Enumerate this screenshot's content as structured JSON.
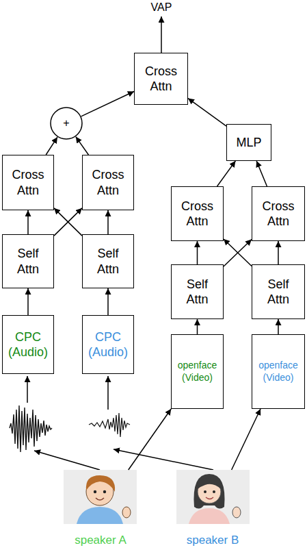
{
  "diagram": {
    "nodes": [
      {
        "text": [
          "Cross Attn"
        ]
      },
      {
        "text": [
          "+"
        ]
      },
      {
        "text": [
          "MLP"
        ]
      },
      {
        "text": [
          "Cross Attn"
        ]
      },
      {
        "text": [
          "Cross Attn"
        ]
      },
      {
        "text": [
          "Cross Attn"
        ]
      },
      {
        "text": [
          "Cross Attn"
        ]
      },
      {
        "text": [
          "Self Attn"
        ]
      },
      {
        "text": [
          "Self Attn"
        ]
      },
      {
        "text": [
          "Self Attn"
        ]
      },
      {
        "text": [
          "Self Attn"
        ]
      },
      {
        "text": [
          "CPC (Audio)"
        ]
      },
      {
        "text": [
          "CPC (Audio)"
        ]
      },
      {
        "text": [
          "openface (Video)"
        ]
      },
      {
        "text": [
          "openface (Video)"
        ]
      },
      {
        "text": [
          "speaker A"
        ]
      },
      {
        "text": [
          "speaker B"
        ]
      }
    ],
    "edges": [
      {
        "from": 1,
        "to": 0,
        "arrow": "to"
      },
      {
        "from": 2,
        "to": 0,
        "arrow": "to"
      },
      {
        "from": 3,
        "to": 1,
        "arrow": "to"
      },
      {
        "from": 4,
        "to": 1,
        "arrow": "to"
      },
      {
        "from": 5,
        "to": 2,
        "arrow": "to"
      },
      {
        "from": 6,
        "to": 2,
        "arrow": "to"
      },
      {
        "from": 7,
        "to": 3,
        "arrow": "to"
      },
      {
        "from": 7,
        "to": 4,
        "arrow": "to"
      },
      {
        "from": 8,
        "to": 3,
        "arrow": "to"
      },
      {
        "from": 8,
        "to": 4,
        "arrow": "to"
      },
      {
        "from": 9,
        "to": 5,
        "arrow": "to"
      },
      {
        "from": 9,
        "to": 6,
        "arrow": "to"
      },
      {
        "from": 10,
        "to": 5,
        "arrow": "to"
      },
      {
        "from": 10,
        "to": 6,
        "arrow": "to"
      },
      {
        "from": 11,
        "to": 7,
        "arrow": "to"
      },
      {
        "from": 12,
        "to": 8,
        "arrow": "to"
      },
      {
        "from": 13,
        "to": 9,
        "arrow": "to"
      },
      {
        "from": 14,
        "to": 10,
        "arrow": "to"
      },
      {
        "from": 15,
        "to": 13,
        "arrow": "to"
      },
      {
        "from": 16,
        "to": 14,
        "arrow": "to"
      }
    ],
    "labels": [
      "VAP"
    ]
  }
}
